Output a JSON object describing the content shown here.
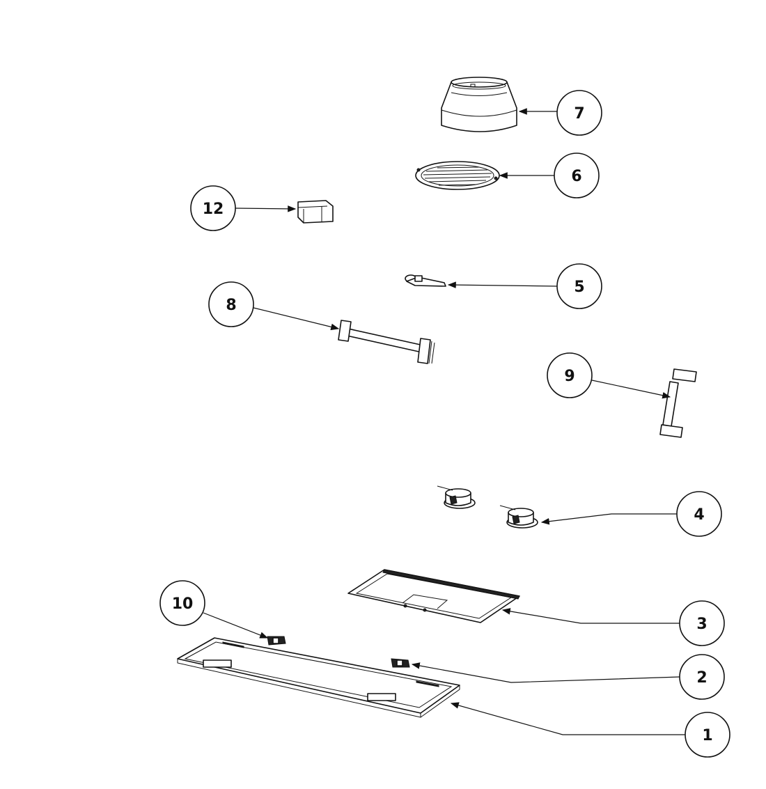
{
  "callouts": {
    "c1": "1",
    "c2": "2",
    "c3": "3",
    "c4": "4",
    "c5": "5",
    "c6": "6",
    "c7": "7",
    "c8": "8",
    "c9": "9",
    "c10": "10",
    "c12": "12"
  }
}
